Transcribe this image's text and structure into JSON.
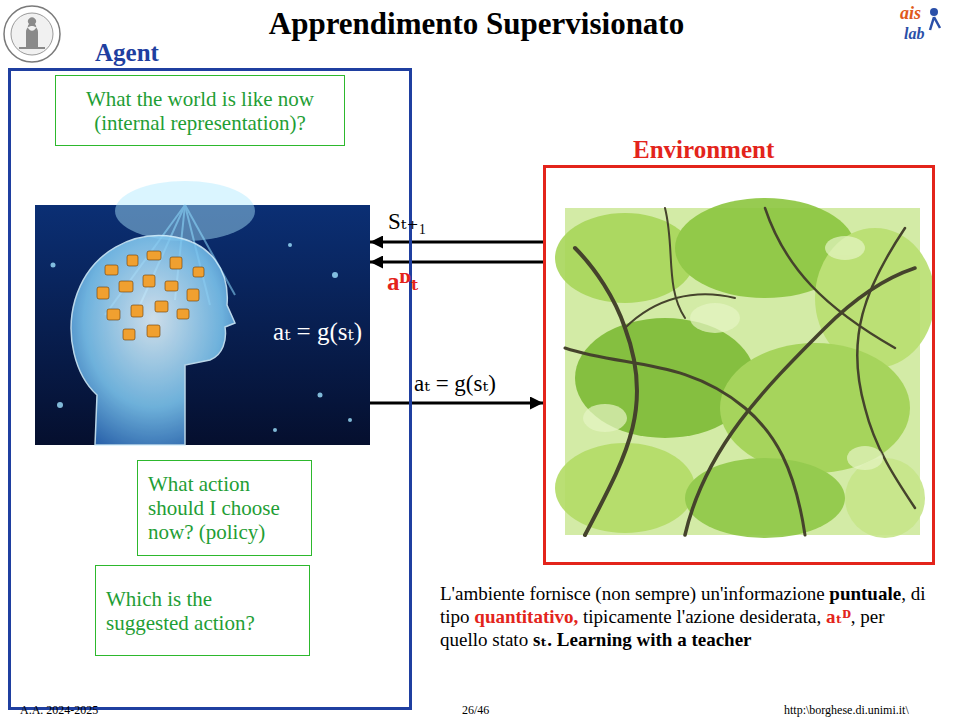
{
  "diagram": {
    "title": "Apprendimento Supervisionato",
    "nodes": [
      {
        "text": [
          "Agent"
        ]
      },
      {
        "text": [
          "What the world is like now (internal representation)?"
        ],
        "in": 0
      },
      {
        "text": [
          "aₜ = g(sₜ)"
        ],
        "in": 0
      },
      {
        "text": [
          "What action should I choose now? (policy)"
        ],
        "in": 0
      },
      {
        "text": [
          "Which is the suggested action?"
        ],
        "in": 0
      },
      {
        "text": [
          "Environment"
        ]
      }
    ],
    "edges": [
      {
        "from": 5,
        "to": 2,
        "arrow": "to",
        "label": "Sₜ₊₁"
      },
      {
        "from": 5,
        "to": 2,
        "arrow": "to",
        "label": "aᴰₜ"
      },
      {
        "from": 2,
        "to": 5,
        "arrow": "to",
        "label": "aₜ = g(sₜ)"
      }
    ],
    "labels": [
      "L'ambiente fornisce (non sempre) un'informazione ",
      "puntuale",
      ", di tipo ",
      "quantitativo,",
      " tipicamente l'azione desiderata, ",
      "aₜᴰ",
      ", per quello stato ",
      "sₜ. Learning with a teacher",
      "A.A. 2024-2025",
      "26/46",
      "http:\\borghese.di.unimi.it\\",
      "ais",
      "lab"
    ]
  }
}
